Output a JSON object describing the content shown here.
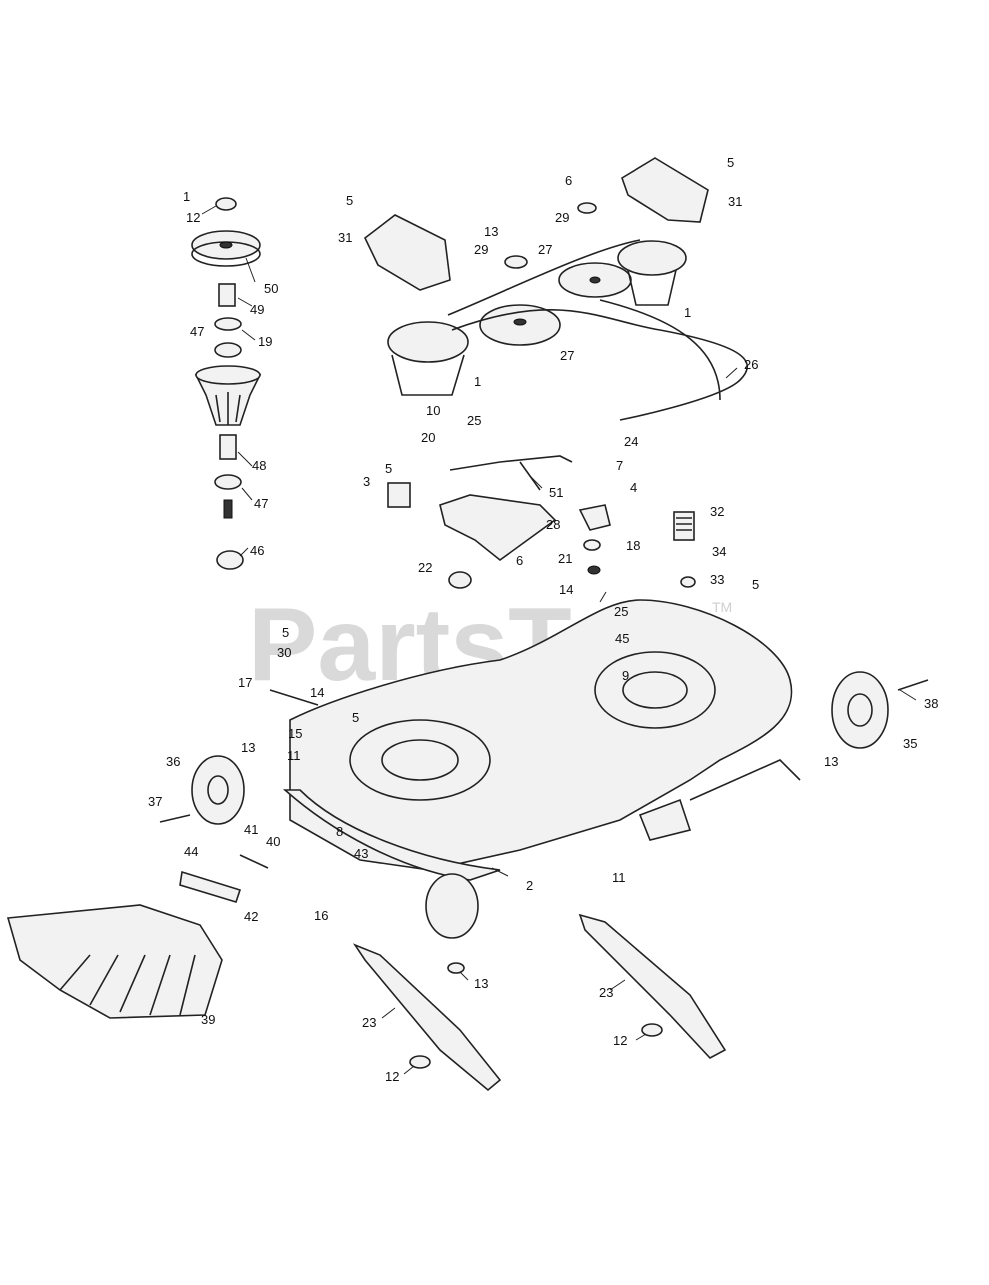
{
  "watermark": {
    "text": "PartsTree",
    "trademark": "TM"
  },
  "callouts": [
    {
      "id": "c1a",
      "text": "1"
    },
    {
      "id": "c12a",
      "text": "12"
    },
    {
      "id": "c50",
      "text": "50"
    },
    {
      "id": "c49",
      "text": "49"
    },
    {
      "id": "c47a",
      "text": "47"
    },
    {
      "id": "c19",
      "text": "19"
    },
    {
      "id": "c48",
      "text": "48"
    },
    {
      "id": "c47b",
      "text": "47"
    },
    {
      "id": "c46",
      "text": "46"
    },
    {
      "id": "c5a",
      "text": "5"
    },
    {
      "id": "c31a",
      "text": "31"
    },
    {
      "id": "c13a",
      "text": "13"
    },
    {
      "id": "c29a",
      "text": "29"
    },
    {
      "id": "c27a",
      "text": "27"
    },
    {
      "id": "c29b",
      "text": "29"
    },
    {
      "id": "c6a",
      "text": "6"
    },
    {
      "id": "c5b",
      "text": "5"
    },
    {
      "id": "c31b",
      "text": "31"
    },
    {
      "id": "c1b",
      "text": "1"
    },
    {
      "id": "c27b",
      "text": "27"
    },
    {
      "id": "c1c",
      "text": "1"
    },
    {
      "id": "c26",
      "text": "26"
    },
    {
      "id": "c10",
      "text": "10"
    },
    {
      "id": "c25a",
      "text": "25"
    },
    {
      "id": "c20",
      "text": "20"
    },
    {
      "id": "c24",
      "text": "24"
    },
    {
      "id": "c7",
      "text": "7"
    },
    {
      "id": "c51",
      "text": "51"
    },
    {
      "id": "c3",
      "text": "3"
    },
    {
      "id": "c5c",
      "text": "5"
    },
    {
      "id": "c4",
      "text": "4"
    },
    {
      "id": "c28",
      "text": "28"
    },
    {
      "id": "c32",
      "text": "32"
    },
    {
      "id": "c21",
      "text": "21"
    },
    {
      "id": "c18",
      "text": "18"
    },
    {
      "id": "c34",
      "text": "34"
    },
    {
      "id": "c22",
      "text": "22"
    },
    {
      "id": "c6b",
      "text": "6"
    },
    {
      "id": "c33",
      "text": "33"
    },
    {
      "id": "c5d",
      "text": "5"
    },
    {
      "id": "c14a",
      "text": "14"
    },
    {
      "id": "c25b",
      "text": "25"
    },
    {
      "id": "c45",
      "text": "45"
    },
    {
      "id": "c5e",
      "text": "5"
    },
    {
      "id": "c30",
      "text": "30"
    },
    {
      "id": "c9",
      "text": "9"
    },
    {
      "id": "c17",
      "text": "17"
    },
    {
      "id": "c14b",
      "text": "14"
    },
    {
      "id": "c15",
      "text": "15"
    },
    {
      "id": "c5f",
      "text": "5"
    },
    {
      "id": "c38",
      "text": "38"
    },
    {
      "id": "c13b",
      "text": "13"
    },
    {
      "id": "c11a",
      "text": "11"
    },
    {
      "id": "c36",
      "text": "36"
    },
    {
      "id": "c35",
      "text": "35"
    },
    {
      "id": "c13c",
      "text": "13"
    },
    {
      "id": "c37",
      "text": "37"
    },
    {
      "id": "c8",
      "text": "8"
    },
    {
      "id": "c41",
      "text": "41"
    },
    {
      "id": "c40",
      "text": "40"
    },
    {
      "id": "c43",
      "text": "43"
    },
    {
      "id": "c44",
      "text": "44"
    },
    {
      "id": "c2",
      "text": "2"
    },
    {
      "id": "c11b",
      "text": "11"
    },
    {
      "id": "c42",
      "text": "42"
    },
    {
      "id": "c16",
      "text": "16"
    },
    {
      "id": "c13d",
      "text": "13"
    },
    {
      "id": "c23a",
      "text": "23"
    },
    {
      "id": "c23b",
      "text": "23"
    },
    {
      "id": "c39",
      "text": "39"
    },
    {
      "id": "c12b",
      "text": "12"
    },
    {
      "id": "c12c",
      "text": "12"
    }
  ]
}
